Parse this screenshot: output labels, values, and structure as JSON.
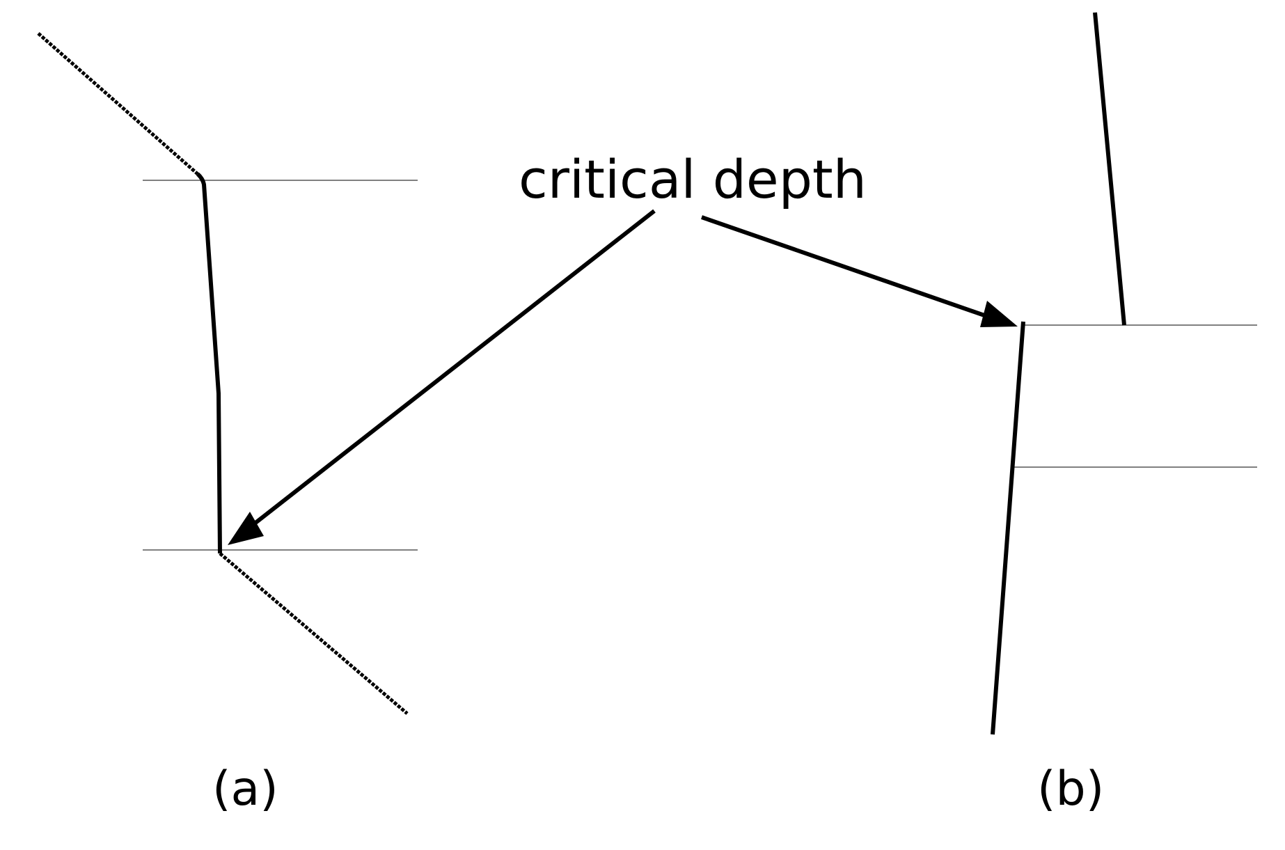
{
  "diagram": {
    "callout_text": "critical depth",
    "panels": [
      {
        "label": "(a)"
      },
      {
        "label": "(b)"
      }
    ],
    "colors": {
      "profile_line": "#000000",
      "reference_line": "#808080",
      "arrow": "#000000",
      "background": "#ffffff"
    }
  }
}
